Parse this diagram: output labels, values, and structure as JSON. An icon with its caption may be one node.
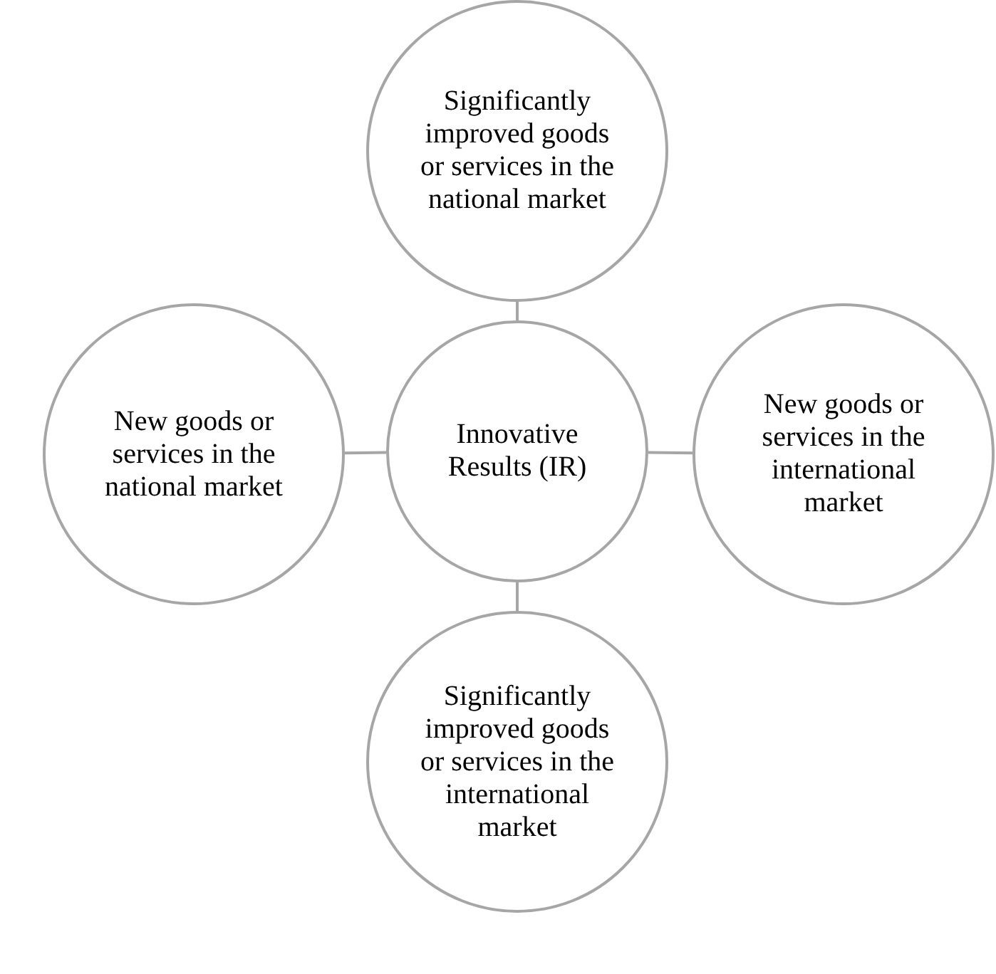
{
  "diagram": {
    "nodes": [
      {
        "text": [
          "Significantly improved goods or services in the national market"
        ]
      },
      {
        "text": [
          "New goods or services in the national market"
        ]
      },
      {
        "text": [
          "Innovative Results (IR)"
        ]
      },
      {
        "text": [
          "New goods or services in the international market"
        ]
      },
      {
        "text": [
          "Significantly improved goods or services in the international market"
        ]
      }
    ],
    "edges": [
      {
        "from": 2,
        "to": 0,
        "arrow": "none"
      },
      {
        "from": 2,
        "to": 1,
        "arrow": "none"
      },
      {
        "from": 2,
        "to": 3,
        "arrow": "none"
      },
      {
        "from": 2,
        "to": 4,
        "arrow": "none"
      }
    ]
  }
}
